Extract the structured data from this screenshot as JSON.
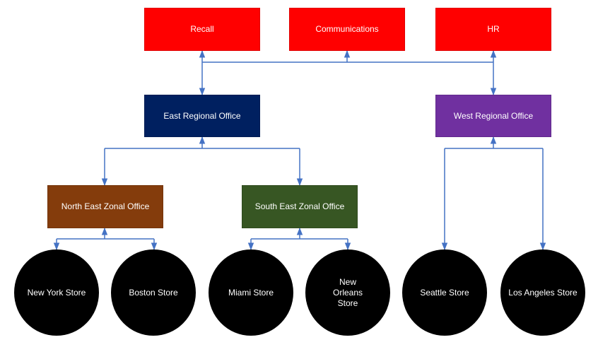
{
  "colors": {
    "dept": "#ff0000",
    "east_regional": "#002060",
    "west_regional": "#7030a0",
    "north_east_zonal": "#843c0c",
    "south_east_zonal": "#375623",
    "store": "#000000",
    "connector": "#4472c4"
  },
  "departments": [
    {
      "label": "Recall"
    },
    {
      "label": "Communications"
    },
    {
      "label": "HR"
    }
  ],
  "regional_offices": [
    {
      "label": "East Regional Office"
    },
    {
      "label": "West Regional Office"
    }
  ],
  "zonal_offices": [
    {
      "label": "North East Zonal Office"
    },
    {
      "label": "South East Zonal Office"
    }
  ],
  "stores": [
    {
      "label": "New York Store"
    },
    {
      "label": "Boston Store"
    },
    {
      "label": "Miami Store"
    },
    {
      "label": "New Orleans Store"
    },
    {
      "label": "Seattle Store"
    },
    {
      "label": "Los Angeles Store"
    }
  ]
}
